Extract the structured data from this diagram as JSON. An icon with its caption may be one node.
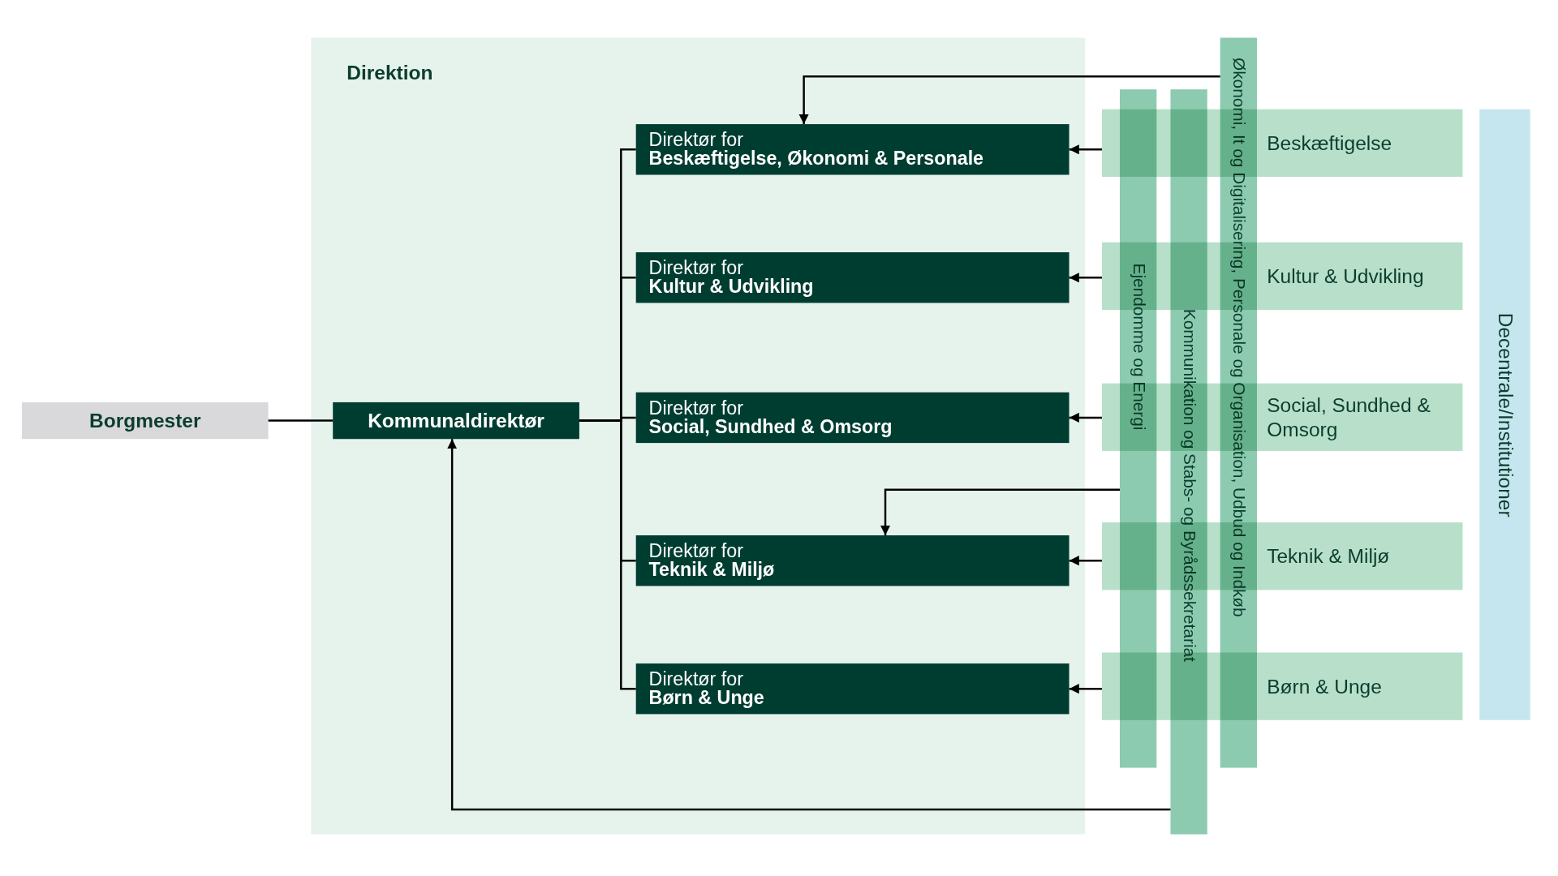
{
  "diagram": {
    "nodes": [
      {
        "text": [
          "Borgmester"
        ]
      },
      {
        "text": [
          "Direktion"
        ]
      },
      {
        "text": [
          "Kommunaldirektør"
        ],
        "in": 1
      },
      {
        "text": [
          "Direktør for",
          "Beskæftigelse, Økonomi & Personale"
        ],
        "in": 1
      },
      {
        "text": [
          "Direktør for",
          "Kultur & Udvikling"
        ],
        "in": 1
      },
      {
        "text": [
          "Direktør for",
          "Social, Sundhed & Omsorg"
        ],
        "in": 1
      },
      {
        "text": [
          "Direktør for",
          "Teknik & Miljø"
        ],
        "in": 1
      },
      {
        "text": [
          "Direktør for",
          "Børn & Unge"
        ],
        "in": 1
      },
      {
        "text": [
          "Beskæftigelse"
        ]
      },
      {
        "text": [
          "Kultur & Udvikling"
        ]
      },
      {
        "text": [
          "Social, Sundhed & Omsorg"
        ]
      },
      {
        "text": [
          "Teknik & Miljø"
        ]
      },
      {
        "text": [
          "Børn & Unge"
        ]
      },
      {
        "text": [
          "Ejendomme og Energi"
        ]
      },
      {
        "text": [
          "Kommunikation og Stabs- og Byrådssekretariat"
        ]
      },
      {
        "text": [
          "Økonomi, It og Digitalisering, Personale og Organisation, Udbud og Indkøb"
        ]
      },
      {
        "text": [
          "Decentrale/Institutioner"
        ]
      }
    ],
    "edges": [
      {
        "from": 0,
        "to": 2,
        "arrow": "none"
      },
      {
        "from": 2,
        "to": 3,
        "arrow": "none"
      },
      {
        "from": 2,
        "to": 4,
        "arrow": "none"
      },
      {
        "from": 2,
        "to": 5,
        "arrow": "none"
      },
      {
        "from": 2,
        "to": 6,
        "arrow": "none"
      },
      {
        "from": 2,
        "to": 7,
        "arrow": "none"
      },
      {
        "from": 8,
        "to": 3,
        "arrow": "to"
      },
      {
        "from": 9,
        "to": 4,
        "arrow": "to"
      },
      {
        "from": 10,
        "to": 5,
        "arrow": "to"
      },
      {
        "from": 11,
        "to": 6,
        "arrow": "to"
      },
      {
        "from": 12,
        "to": 7,
        "arrow": "to"
      },
      {
        "from": 15,
        "to": 3,
        "arrow": "to"
      },
      {
        "from": 13,
        "to": 6,
        "arrow": "to"
      },
      {
        "from": 14,
        "to": 2,
        "arrow": "to"
      }
    ]
  }
}
